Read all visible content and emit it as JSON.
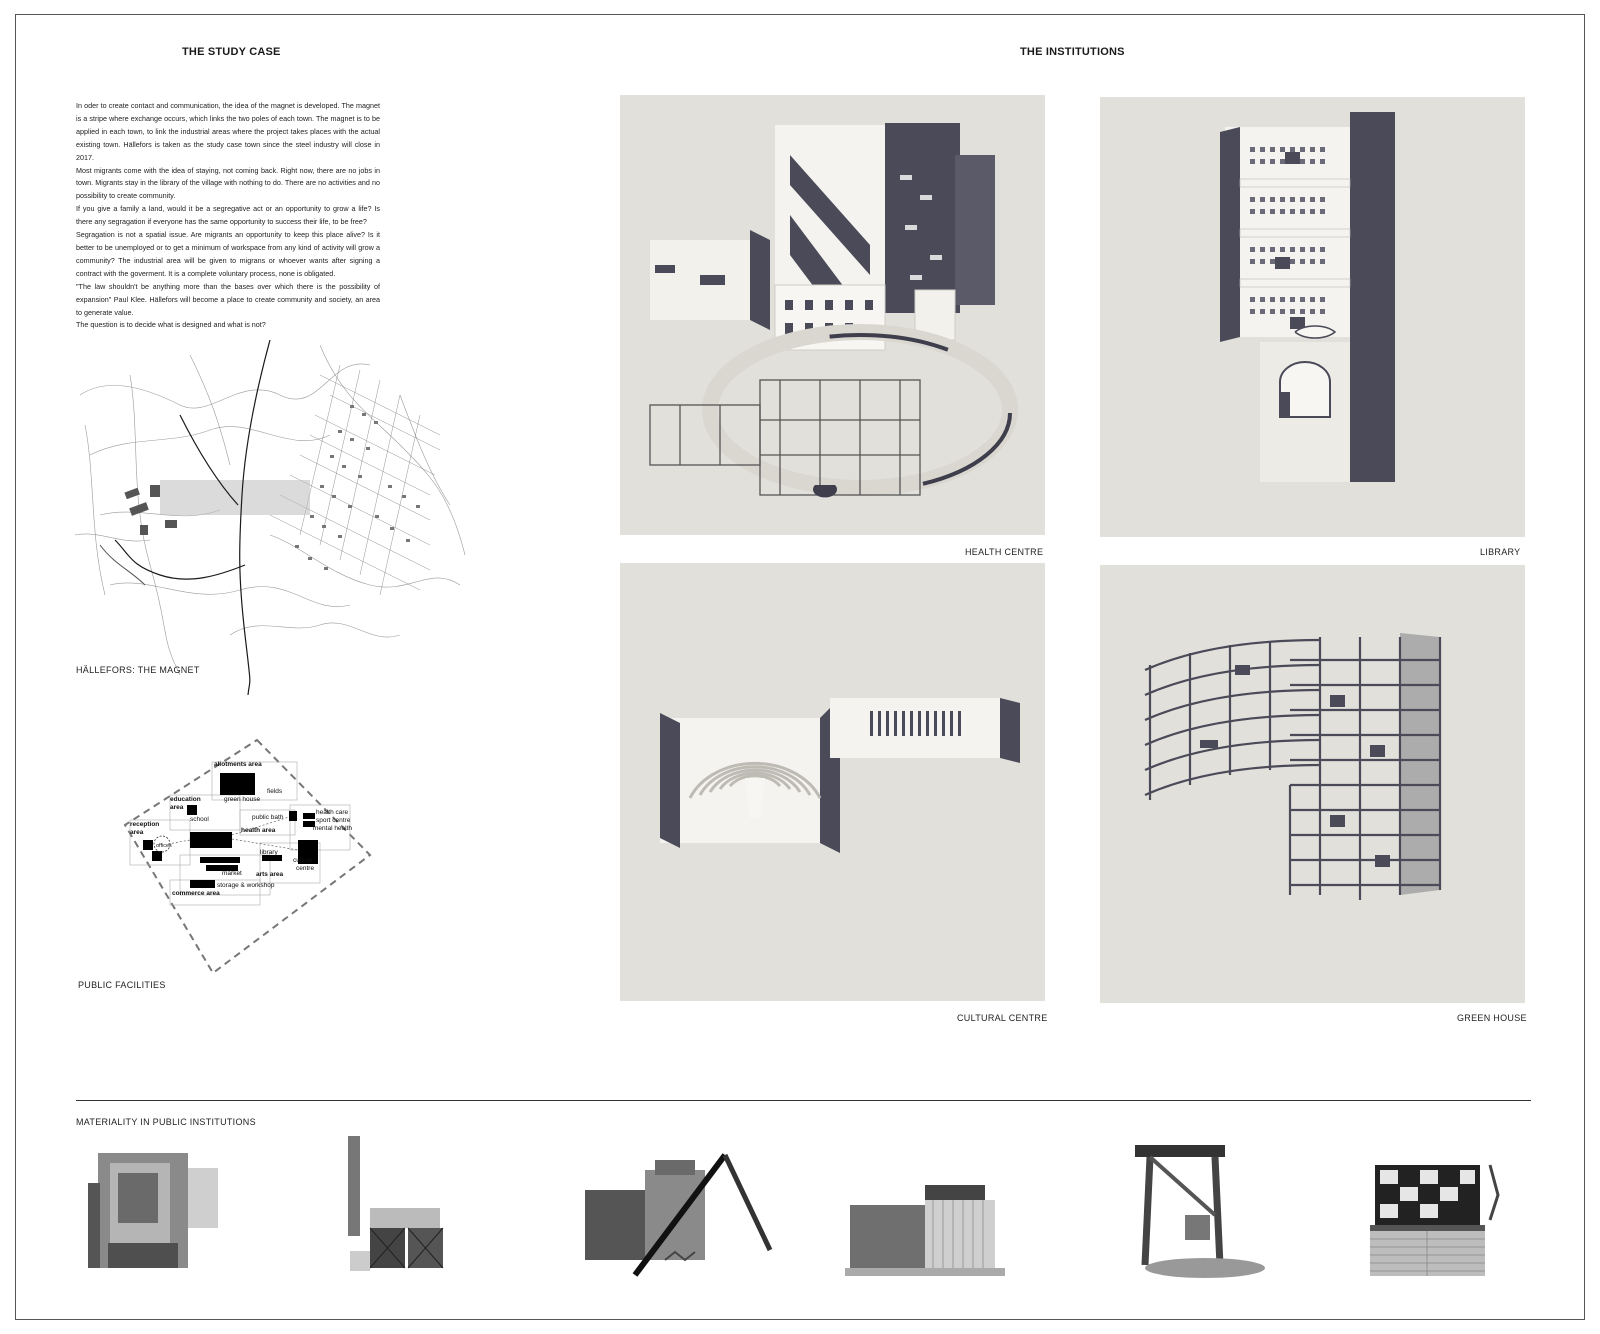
{
  "left": {
    "heading": "THE STUDY CASE",
    "paragraphs": [
      "In oder to create contact  and communication, the idea of the magnet is developed. The magnet is a stripe where exchange occurs, which links the two poles of each town. The magnet is to be applied in each town, to link the industrial areas where the project takes places with the actual existing town. Hällefors is taken as the study case town since the steel industry will close in 2017.",
      "Most migrants come with the idea of staying, not coming back. Right now, there are no jobs in town. Migrants stay in the library of the village with nothing to do. There are no activities and no possibility to create community.",
      "If you give a family a land, would it be a segregative act or an opportunity to grow a life? Is there any segragation if everyone has the same opportunity to success their life, to be free?",
      "Segragation is not a spatial issue. Are migrants an opportunity to keep this place alive? Is it better to be unemployed or to get a minimum of workspace from any kind of activity will grow a community? The industrial area will be given to migrans or whoever wants after signing a contract with the goverment. It is a complete voluntary process, none is obligated.",
      "\"The law shouldn't be anything more than the bases over which there is the possibility of expansion\" Paul Klee. Hällefors will become a place to create community and society, an area to generate value.",
      "The question is to decide what is designed and what is not?"
    ],
    "map_caption": "HÄLLEFORS: THE MAGNET",
    "diagram_caption": "PUBLIC FACILITIES",
    "diagram_labels": {
      "allotments": "allotments area",
      "fields": "fields",
      "green_house": "green house",
      "education": "education",
      "education2": "area",
      "school": "school",
      "reception": "reception",
      "reception2": "area",
      "offices": "offices",
      "public_bath": "public bath",
      "health_area": "health area",
      "health_care": "health care",
      "sport_centre": "sport centre",
      "mental_health": "mental health",
      "library": "library",
      "culture": "culture",
      "centre": "centre",
      "market": "market",
      "arts_area": "arts area",
      "storage": "storage & workshop",
      "commerce": "commerce area"
    }
  },
  "right": {
    "heading": "THE INSTITUTIONS",
    "panels": {
      "health": "HEALTH CENTRE",
      "library": "LIBRARY",
      "cultural": "CULTURAL CENTRE",
      "greenhouse": "GREEN HOUSE"
    }
  },
  "bottom": {
    "heading": "MATERIALITY IN PUBLIC INSTITUTIONS"
  }
}
